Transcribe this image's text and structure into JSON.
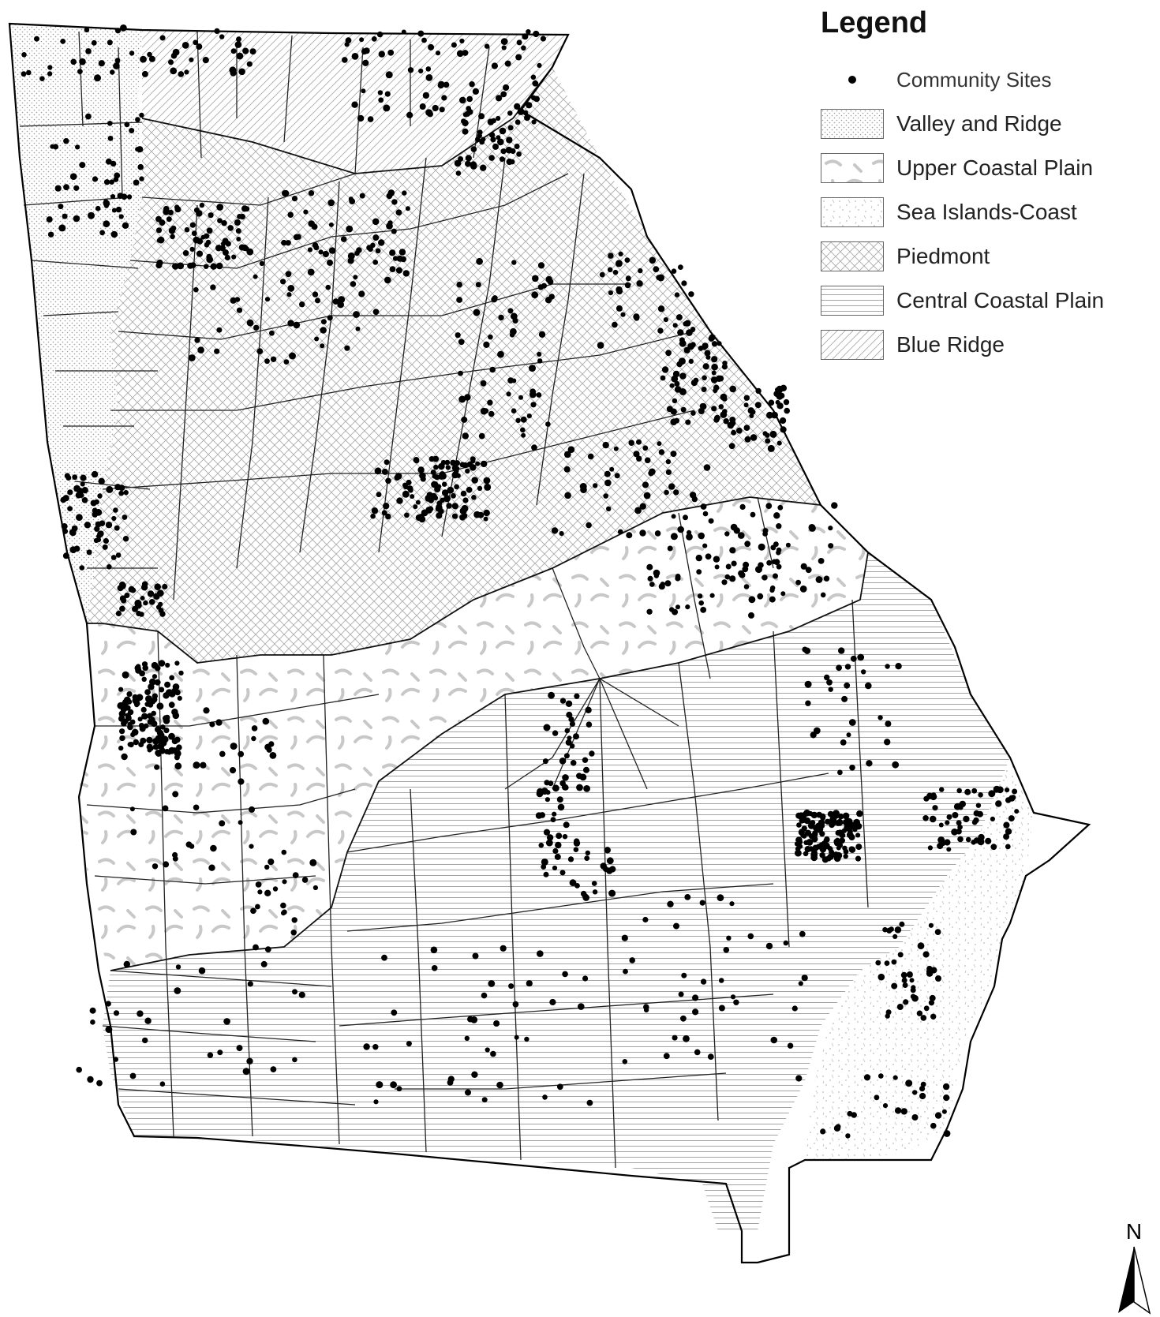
{
  "legend": {
    "title": "Legend",
    "community_sites_label": "Community Sites",
    "regions": [
      {
        "label": "Valley and Ridge",
        "pattern": "dots"
      },
      {
        "label": "Upper Coastal Plain",
        "pattern": "blotch"
      },
      {
        "label": "Sea Islands-Coast",
        "pattern": "speckle"
      },
      {
        "label": "Piedmont",
        "pattern": "cross"
      },
      {
        "label": "Central Coastal Plain",
        "pattern": "horizontal"
      },
      {
        "label": "Blue Ridge",
        "pattern": "diagonal"
      }
    ]
  },
  "north_label": "N",
  "colors": {
    "outline": "#111111",
    "pattern": "#9a9a9a",
    "blotch": "#c8c8c8",
    "site": "#000000"
  }
}
